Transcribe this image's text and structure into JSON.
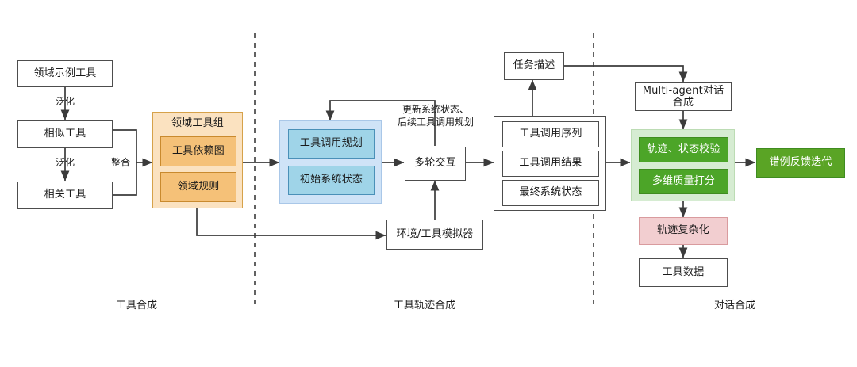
{
  "diagram": {
    "title": "Tool data synthesis pipeline",
    "colors": {
      "orange_group_bg": "#fbe2c0",
      "orange_group_border": "#d6a24a",
      "orange_inner_bg": "#f5c178",
      "blue_group_bg": "#cfe3f7",
      "blue_inner_bg": "#9fd4e8",
      "green_group_bg": "#d6ecd2",
      "green_inner_bg": "#4ca528",
      "pink_bg": "#f2ced0",
      "green_solid_bg": "#5aa425",
      "stroke": "#4d4d4d",
      "text": "#1a1a1a"
    }
  },
  "stage1": {
    "label": "工具合成",
    "nodes": {
      "seed_tools": "领域示例工具",
      "similar_tools": "相似工具",
      "related_tools": "相关工具",
      "tool_group_title": "领域工具组",
      "tool_dependency_graph": "工具依赖图",
      "domain_rules": "领域规则"
    },
    "edges": {
      "generalize_1": "泛化",
      "generalize_2": "泛化",
      "integrate": "整合"
    }
  },
  "stage2": {
    "label": "工具轨迹合成",
    "nodes": {
      "tool_call_planning": "工具调用规划",
      "initial_system_state": "初始系统状态",
      "multi_turn_interaction": "多轮交互",
      "env_tool_simulator": "环境/工具模拟器",
      "tool_call_sequence": "工具调用序列",
      "tool_call_result": "工具调用结果",
      "final_system_state": "最终系统状态"
    },
    "edges": {
      "update_loop_line1": "更新系统状态、",
      "update_loop_line2": "后续工具调用规划"
    }
  },
  "stage3": {
    "label": "对话合成",
    "nodes": {
      "task_description": "任务描述",
      "multi_agent_dialogue_line1": "Multi-agent对话",
      "multi_agent_dialogue_line2": "合成",
      "trajectory_state_check": "轨迹、状态校验",
      "multi_dim_quality_score": "多维质量打分",
      "trajectory_complexify": "轨迹复杂化",
      "tool_data": "工具数据",
      "error_feedback_iteration": "错例反馈迭代"
    }
  }
}
